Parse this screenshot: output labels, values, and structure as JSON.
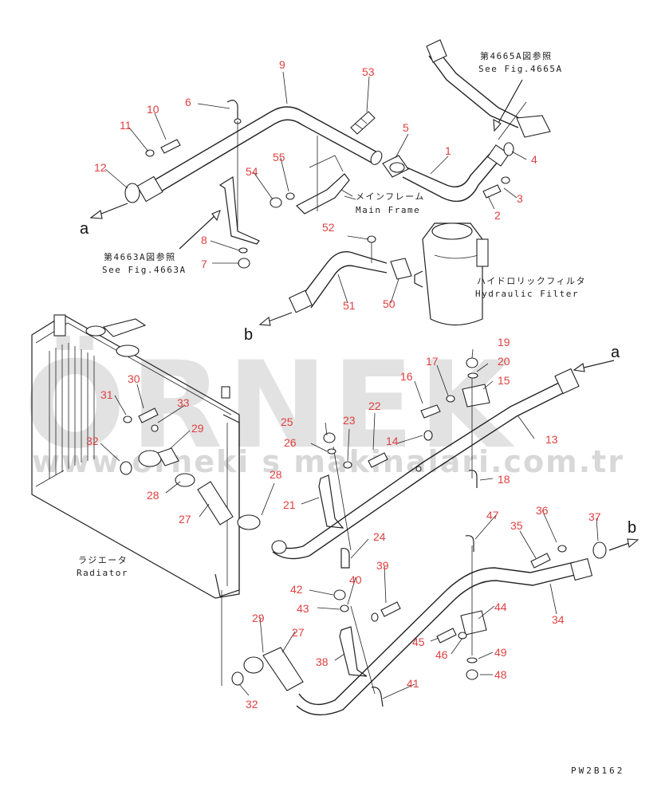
{
  "watermark": {
    "brand": "ÖRNEK",
    "url": "www.orneki s makinalari.com.tr"
  },
  "drawing_code": "PW2B162",
  "references": {
    "fig_4665a_jp": "第4665A図参照",
    "fig_4665a_en": "See Fig.4665A",
    "fig_4663a_jp": "第4663A図参照",
    "fig_4663a_en": "See Fig.4663A"
  },
  "components": {
    "main_frame_jp": "メインフレーム",
    "main_frame_en": "Main Frame",
    "hydraulic_filter_jp": "ハイドロリックフィルタ",
    "hydraulic_filter_en": "Hydraulic Filter",
    "radiator_jp": "ラジエータ",
    "radiator_en": "Radiator"
  },
  "connection_letters": {
    "a": "a",
    "b": "b"
  },
  "callouts": [
    "1",
    "2",
    "3",
    "4",
    "5",
    "6",
    "7",
    "8",
    "9",
    "10",
    "11",
    "12",
    "13",
    "14",
    "15",
    "16",
    "17",
    "18",
    "19",
    "20",
    "21",
    "22",
    "23",
    "24",
    "25",
    "26",
    "27",
    "28",
    "29",
    "30",
    "31",
    "32",
    "33",
    "34",
    "35",
    "36",
    "37",
    "38",
    "39",
    "40",
    "41",
    "42",
    "43",
    "44",
    "45",
    "46",
    "47",
    "48",
    "49",
    "50",
    "51",
    "52",
    "53",
    "54",
    "55"
  ]
}
